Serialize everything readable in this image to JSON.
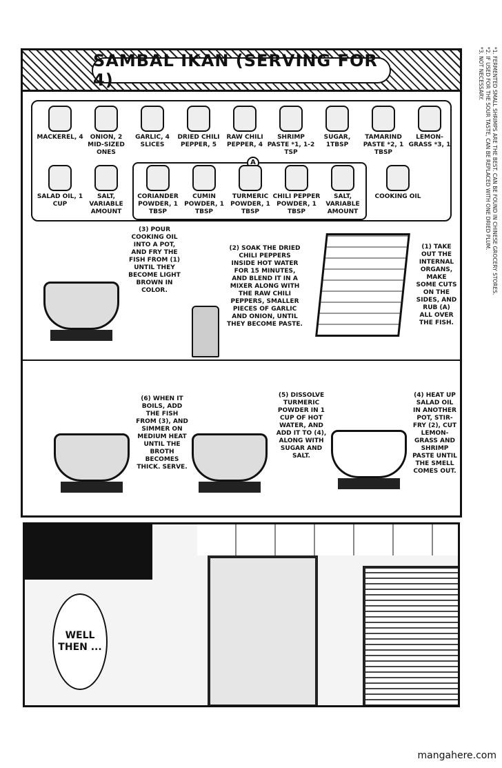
{
  "title": "SAMBAL IKAN (SERVING FOR 4)",
  "ingredients_row1": [
    "MACKEREL, 4",
    "ONION, 2 MID-SIZED ONES",
    "GARLIC, 4 SLICES",
    "DRIED CHILI PEPPER, 5",
    "RAW CHILI PEPPER, 4",
    "SHRIMP PASTE *1, 1-2 TSP",
    "SUGAR, 1TBSP",
    "TAMARIND PASTE *2, 1 TBSP",
    "LEMON-GRASS *3, 1"
  ],
  "ingredients_row2": [
    "SALAD OIL, 1 CUP",
    "SALT, VARIABLE AMOUNT"
  ],
  "group_a": {
    "mark": "A",
    "items": [
      "CORIANDER POWDER, 1 TBSP",
      "CUMIN POWDER, 1 TBSP",
      "TURMERIC POWDER, 1 TBSP",
      "CHILI PEPPER POWDER, 1 TBSP",
      "SALT, VARIABLE AMOUNT"
    ]
  },
  "cooking_oil": "COOKING OIL",
  "steps": {
    "s1": "(1) TAKE OUT THE INTERNAL ORGANS, MAKE SOME CUTS ON THE SIDES, AND RUB (A) ALL OVER THE FISH.",
    "s2": "(2) SOAK THE DRIED CHILI PEPPERS INSIDE HOT WATER FOR 15 MINUTES, AND BLEND IT IN A MIXER ALONG WITH THE RAW CHILI PEPPERS, SMALLER PIECES OF GARLIC AND ONION, UNTIL THEY BECOME PASTE.",
    "s3": "(3) POUR COOKING OIL INTO A POT, AND FRY THE FISH FROM (1) UNTIL THEY BECOME LIGHT BROWN IN COLOR.",
    "s4": "(4) HEAT UP SALAD OIL IN ANOTHER POT, STIR-FRY (2), CUT LEMON-GRASS AND SHRIMP PASTE UNTIL THE SMELL COMES OUT.",
    "s5": "(5) DISSOLVE TURMERIC POWDER IN 1 CUP OF HOT WATER, AND ADD IT TO (4), ALONG WITH SUGAR AND SALT.",
    "s6": "(6) WHEN IT BOILS, ADD THE FISH FROM (3), AND SIMMER ON MEDIUM HEAT UNTIL THE BROTH BECOMES THICK. SERVE."
  },
  "footnotes": [
    "*1. FERMENTED SMALL SHRIMPS ARE THE BEST. CAN BE FOUND IN CHINESE GROCERY STORES.",
    "*2. IF USED FOR THE SOUR TASTE, CAN BE REPLACED WITH ONE DRIED PLUM.",
    "*3. NOT NECESSARY."
  ],
  "speech_bubble": "WELL THEN ...",
  "credit": "mangahere.com"
}
